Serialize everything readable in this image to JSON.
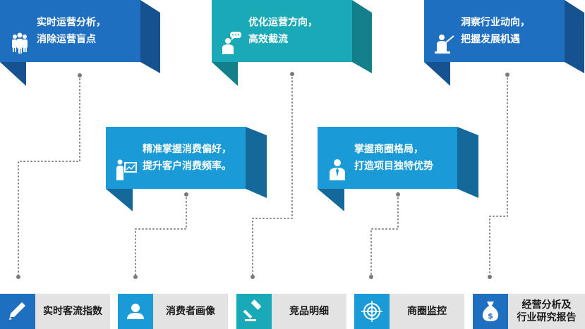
{
  "banners": [
    {
      "id": "realtime",
      "line1": "实时运营分析，",
      "line2": "消除运营盲点",
      "icon": "people-group-icon",
      "color": "#1f6fc0"
    },
    {
      "id": "optimize",
      "line1": "优化运营方向，",
      "line2": "高效截流",
      "icon": "speech-bubble-person-icon",
      "color": "#1aa9b7"
    },
    {
      "id": "insight",
      "line1": "洞察行业动向，",
      "line2": "把握发展机遇",
      "icon": "presenter-icon",
      "color": "#1f6fc0"
    },
    {
      "id": "preference",
      "line1": "精准掌握消费偏好，",
      "line2": "提升客户消费频率。",
      "icon": "presentation-board-icon",
      "color": "#1a9ad6"
    },
    {
      "id": "business-district",
      "line1": "掌握商圈格局，",
      "line2": "打造项目独特优势",
      "icon": "businessman-icon",
      "color": "#1a9ad6"
    }
  ],
  "tiles": [
    {
      "id": "customer-flow",
      "label": "实时客流指数",
      "icon": "pencil-icon",
      "color": "#1f6fc0"
    },
    {
      "id": "consumer-profile",
      "label": "消费者画像",
      "icon": "user-icon",
      "color": "#1a9ad6"
    },
    {
      "id": "competitor",
      "label": "竞品明细",
      "icon": "gavel-icon",
      "color": "#1aa9b7"
    },
    {
      "id": "district-monitor",
      "label": "商圈监控",
      "icon": "target-icon",
      "color": "#1a9ad6"
    },
    {
      "id": "report",
      "label": "经营分析及\n行业研究报告",
      "icon": "money-bag-icon",
      "color": "#1f6fc0"
    }
  ]
}
